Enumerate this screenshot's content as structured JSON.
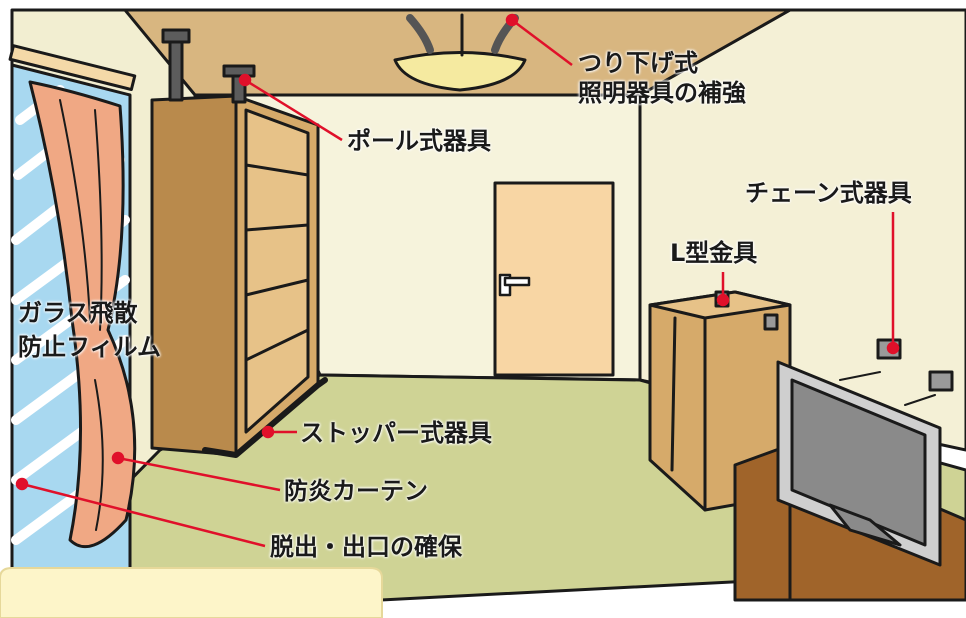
{
  "labels": {
    "ceiling_light": [
      "つり下げ式",
      "照明器具の補強"
    ],
    "pole": "ポール式器具",
    "chain": "チェーン式器具",
    "l_bracket": "L型金具",
    "film": [
      "ガラス飛散",
      "防止フィルム"
    ],
    "stopper": "ストッパー式器具",
    "curtain": "防炎カーテン",
    "exit": "脱出・出口の確保"
  },
  "colors": {
    "leader_line": "#e0102a",
    "ceiling": "#d8b680",
    "wall": "#f4f0d6",
    "floor": "#cfd395",
    "wood": "#c99a58",
    "curtain": "#f0a884",
    "window_glass": "#a8d8f0",
    "door": "#f8d6a4"
  }
}
